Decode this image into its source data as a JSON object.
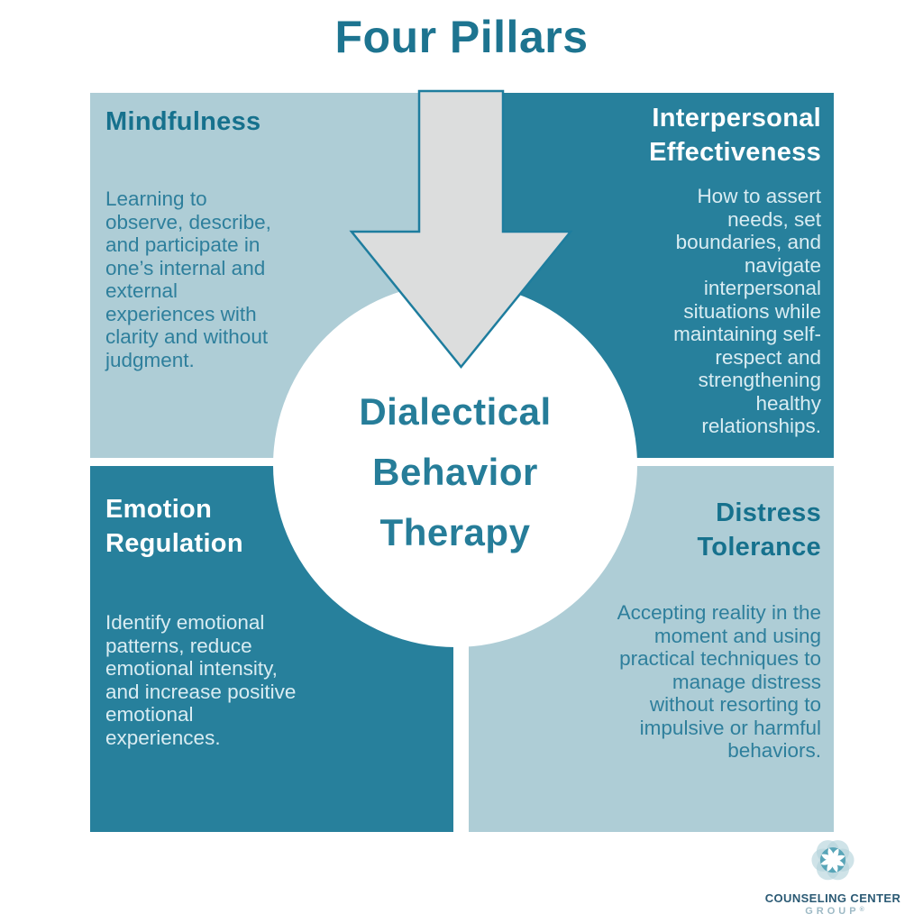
{
  "title": "Four Pillars",
  "center": {
    "label": "Dialectical\nBehavior\nTherapy"
  },
  "arrow": {
    "icon": "down-arrow"
  },
  "quadrants": [
    {
      "id": "mindfulness",
      "title": "Mindfulness",
      "body": "Learning to\nobserve, describe,\nand participate in\none’s internal and\nexternal\nexperiences with\nclarity and without\njudgment.",
      "theme": "light"
    },
    {
      "id": "interpersonal-effectiveness",
      "title": "Interpersonal\nEffectiveness",
      "body": "How to assert\nneeds, set\nboundaries, and\nnavigate\ninterpersonal\nsituations while\nmaintaining self-\nrespect and\nstrengthening\nhealthy\nrelationships.",
      "theme": "dark"
    },
    {
      "id": "emotion-regulation",
      "title": "Emotion\nRegulation",
      "body": "Identify emotional\npatterns, reduce\nemotional intensity,\nand increase positive\nemotional\nexperiences.",
      "theme": "dark"
    },
    {
      "id": "distress-tolerance",
      "title": "Distress\nTolerance",
      "body": "Accepting reality in the\nmoment and using\npractical techniques to\nmanage distress\nwithout resorting to\nimpulsive or harmful\nbehaviors.",
      "theme": "light"
    }
  ],
  "logo": {
    "icon": "swirl-rosette",
    "line1": "COUNSELING CENTER",
    "line2": "GROUP",
    "mark": "®"
  },
  "colors": {
    "title_teal": "#1d7490",
    "heading_teal": "#16718d",
    "body_teal": "#2e7f9c",
    "teal_dark": "#27809c",
    "blue_light": "#aecdd6",
    "body_on_dark": "#d9ecf2",
    "center_teal": "#267d99",
    "arrow_fill": "#dcdddd",
    "arrow_stroke": "#1e7d9e",
    "logo_text": "#2b5a74",
    "logo_group": "#9db9c5",
    "logo_petal": "#b5d4dc",
    "logo_core": "#4a9db2"
  }
}
